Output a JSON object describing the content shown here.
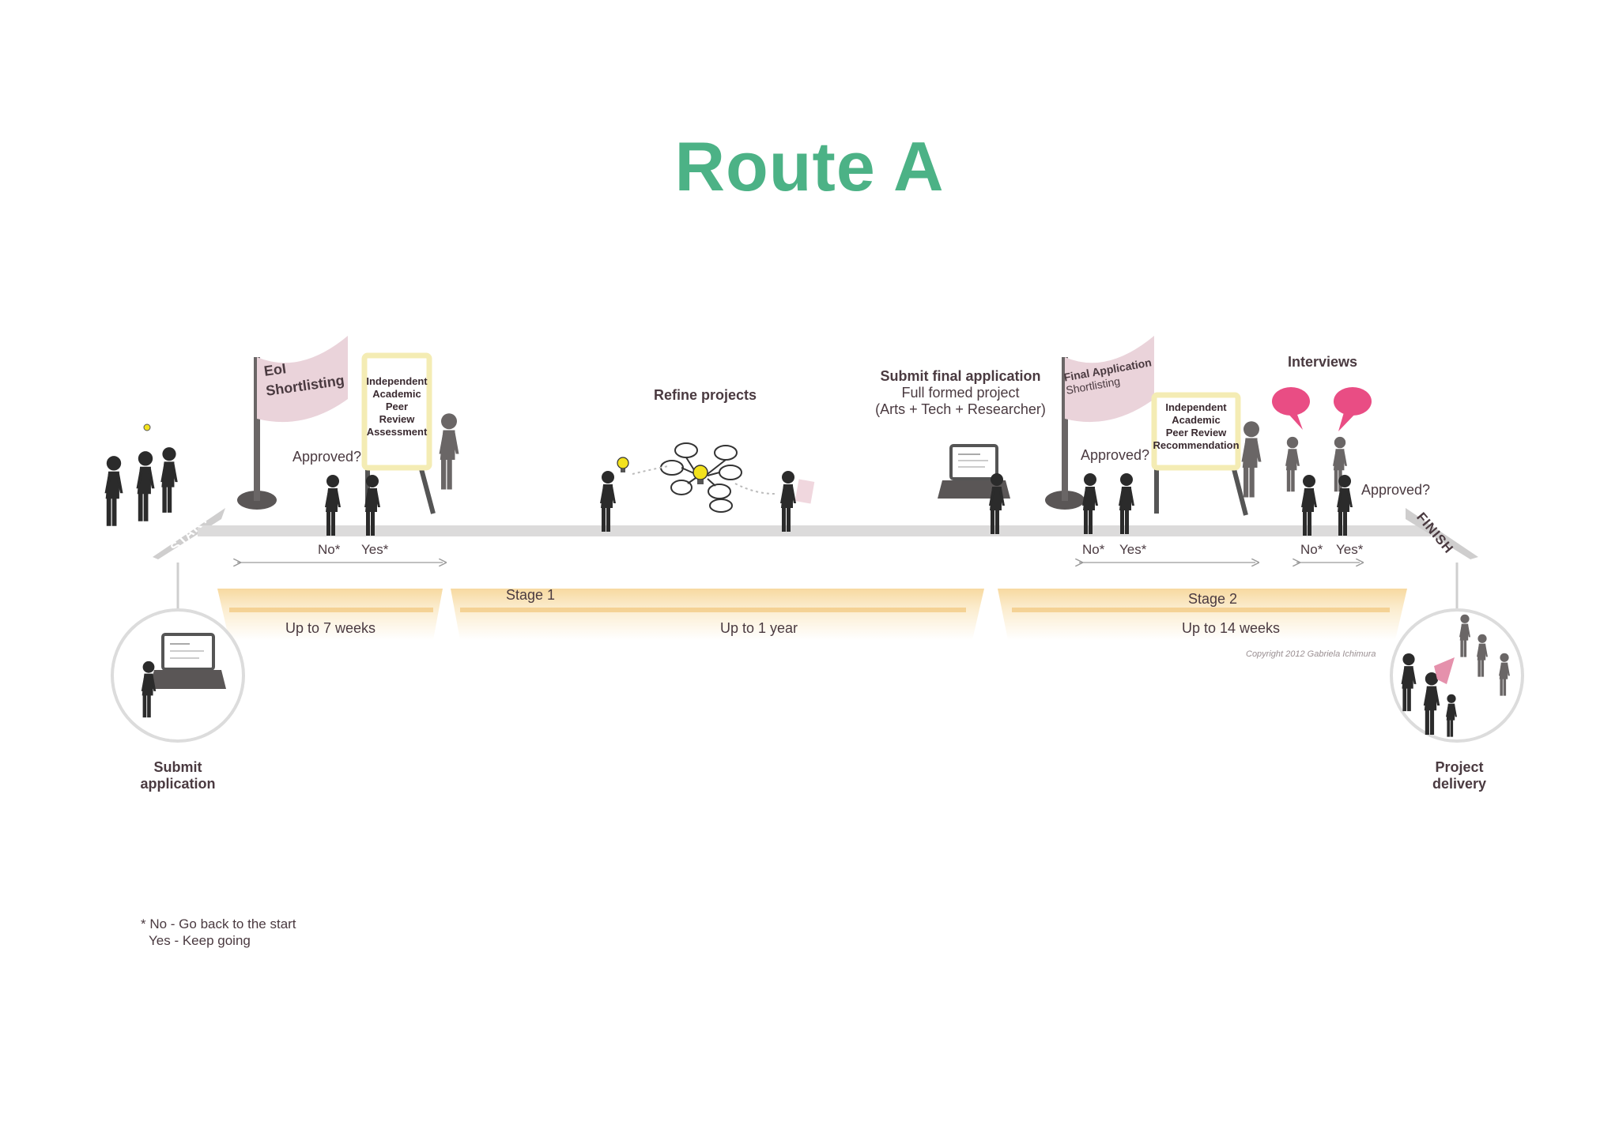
{
  "title": "Route A",
  "start_label": "START",
  "finish_label": "FINISH",
  "flags": {
    "eoi": [
      "EoI",
      "Shortlisting"
    ],
    "final": [
      "Final Application",
      "Shortlisting"
    ]
  },
  "signs": {
    "assessment": [
      "Independent",
      "Academic",
      "Peer",
      "Review",
      "Assessment"
    ],
    "recommendation": [
      "Independent",
      "Academic",
      "Peer Review",
      "Recommendation"
    ]
  },
  "approved": [
    "Approved?",
    "Approved?",
    "Approved?"
  ],
  "no_label": "No*",
  "yes_label": "Yes*",
  "refine_projects": "Refine projects",
  "submit_final": {
    "heading": "Submit final application",
    "line1": "Full formed project",
    "line2": "(Arts + Tech + Researcher)"
  },
  "interviews": "Interviews",
  "stages": {
    "stage1": "Stage 1",
    "stage2": "Stage 2"
  },
  "durations": [
    "Up to 7 weeks",
    "Up to 1 year",
    "Up to 14 weeks"
  ],
  "copyright": "Copyright 2012 Gabriela Ichimura",
  "submit_application": [
    "Submit",
    "application"
  ],
  "project_delivery": [
    "Project",
    "delivery"
  ],
  "footnote": {
    "line1": "* No - Go back to the start",
    "line2": "Yes - Keep going"
  },
  "colors": {
    "title": "#4cb286",
    "road": "#d9d8d8",
    "duration_band": "#f9e4bb",
    "flag": "#e8d0d7",
    "sign_border": "#f4ecb4",
    "speech_bubble": "#e94d84",
    "figure": "#2b2b2b"
  }
}
